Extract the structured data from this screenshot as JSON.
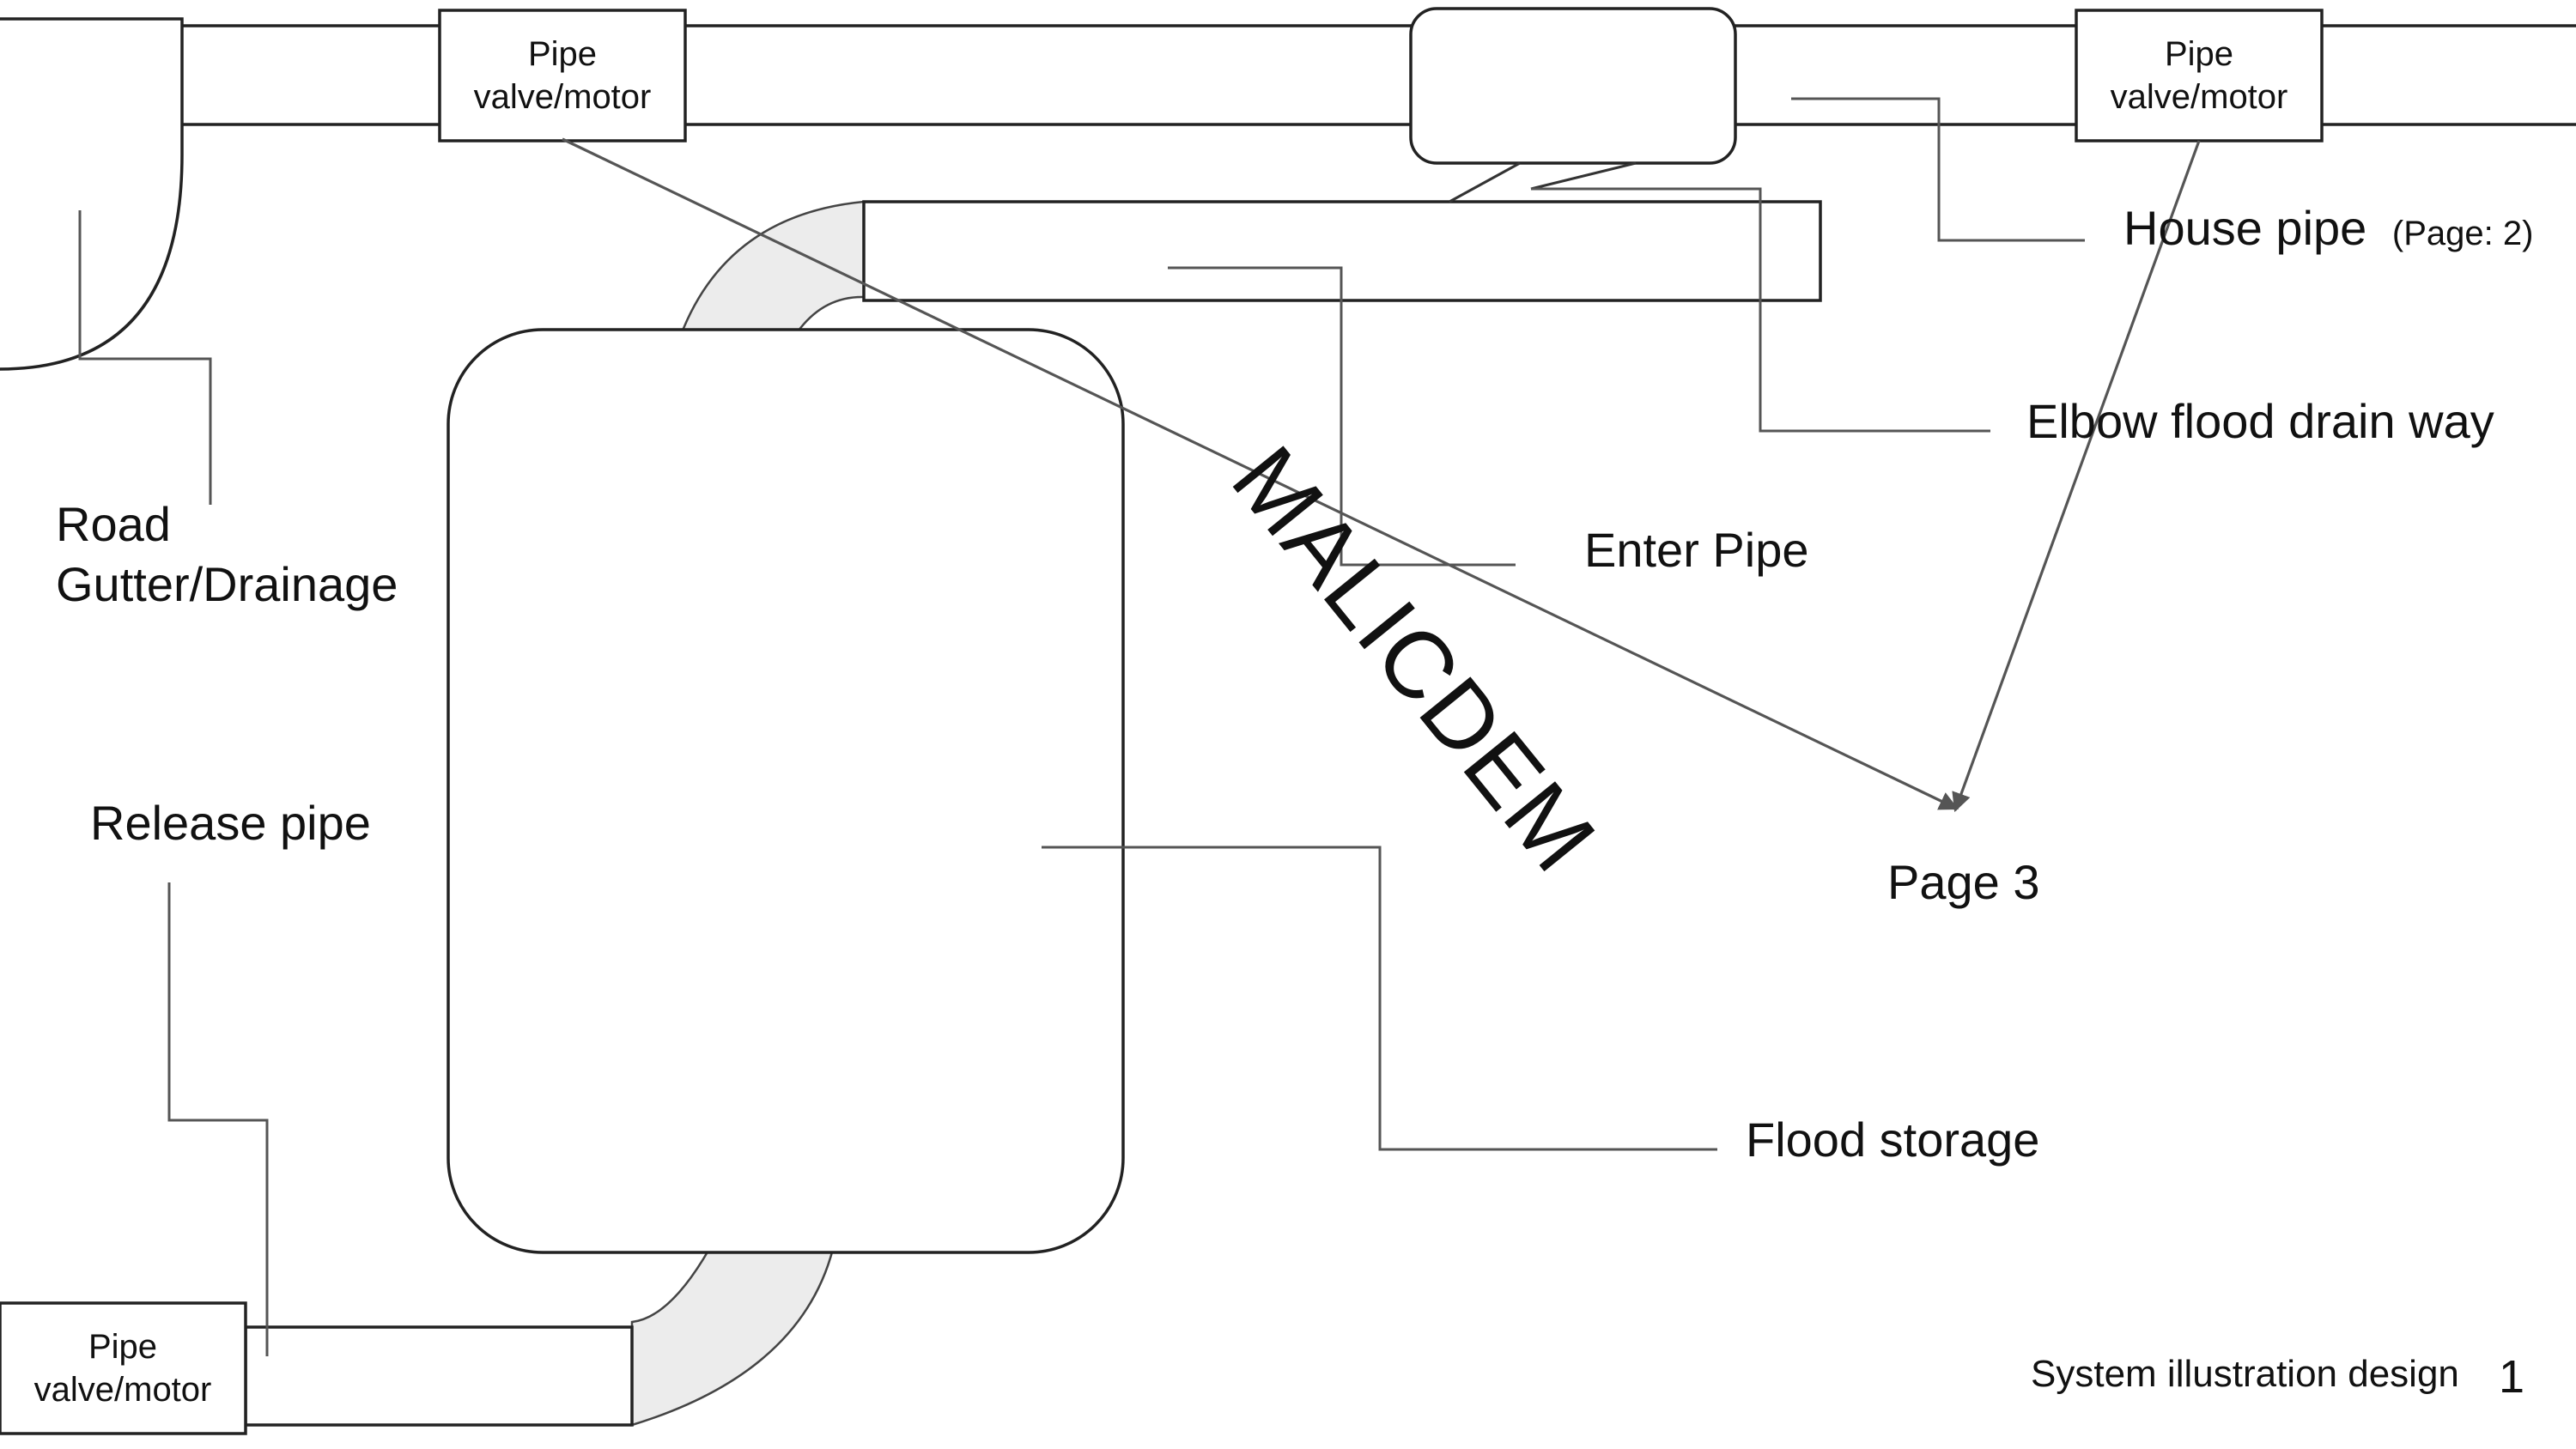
{
  "labels": {
    "road_gutter_line1": "Road",
    "road_gutter_line2": "Gutter/Drainage",
    "release_pipe": "Release pipe",
    "enter_pipe": "Enter Pipe",
    "elbow_flood_drain_way": "Elbow flood drain way",
    "house_pipe": "House pipe",
    "house_pipe_ref": "(Page: 2)",
    "flood_storage": "Flood storage",
    "page_3": "Page 3",
    "watermark": "MALICDEM"
  },
  "valves": {
    "top_left": {
      "line1": "Pipe",
      "line2": "valve/motor"
    },
    "top_right": {
      "line1": "Pipe",
      "line2": "valve/motor"
    },
    "bottom_left": {
      "line1": "Pipe",
      "line2": "valve/motor"
    }
  },
  "footer": {
    "caption": "System illustration design",
    "page_number": "1"
  },
  "colors": {
    "line": "#222222",
    "leader": "#555555",
    "elbow_fill": "#ececec"
  }
}
